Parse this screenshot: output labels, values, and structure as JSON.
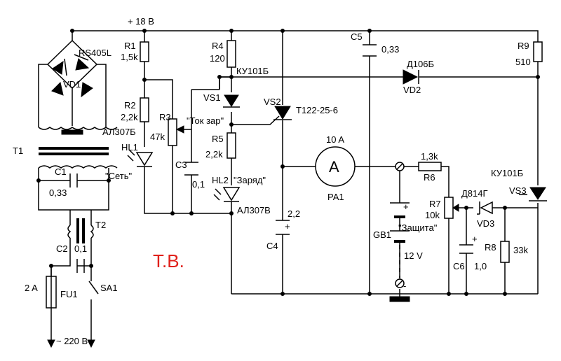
{
  "supply_voltage": "+ 18 В",
  "bridge": {
    "ref": "VD1",
    "part": "RS405L"
  },
  "transformer": "T1",
  "c1": {
    "ref": "C1",
    "value": "0,33"
  },
  "t2": "T2",
  "c2": {
    "ref": "C2",
    "value": "0,1"
  },
  "fuse": {
    "ref": "FU1",
    "rating": "2 A"
  },
  "switch": "SA1",
  "mains": "~ 220 В",
  "r1": {
    "ref": "R1",
    "value": "1,5k"
  },
  "r2": {
    "ref": "R2",
    "value": "2,2k"
  },
  "hl1": {
    "ref": "HL1",
    "part": "АЛ307Б",
    "caption": "\"Сеть\""
  },
  "r3": {
    "ref": "R3",
    "value": "47k",
    "caption": "\"Ток зар\""
  },
  "c3": {
    "ref": "C3",
    "value": "0,1"
  },
  "r4": {
    "ref": "R4",
    "value": "120"
  },
  "vs1": {
    "ref": "VS1",
    "part": "КУ101Б"
  },
  "vs2": {
    "ref": "VS2",
    "part": "Т122-25-6"
  },
  "r5": {
    "ref": "R5",
    "value": "2,2k"
  },
  "hl2": {
    "ref": "HL2",
    "part": "АЛ307В",
    "caption": "\"Заряд\""
  },
  "c4": {
    "ref": "C4",
    "value": "2,2"
  },
  "c5": {
    "ref": "C5",
    "value": "0,33"
  },
  "pa1": {
    "ref": "PA1",
    "range": "10 A",
    "symbol": "A"
  },
  "gb1": {
    "ref": "GB1",
    "voltage": "12 V",
    "plus": "+",
    "minus": "-"
  },
  "r6": {
    "ref": "R6",
    "value": "1,3k"
  },
  "r7": {
    "ref": "R7",
    "value": "10k",
    "caption": "\"Защита\""
  },
  "vd3": {
    "ref": "VD3",
    "part": "Д814Г"
  },
  "c6": {
    "ref": "C6",
    "value": "1,0"
  },
  "r8": {
    "ref": "R8",
    "value": "33k"
  },
  "vd2": {
    "ref": "VD2",
    "part": "Д106Б"
  },
  "r9": {
    "ref": "R9",
    "value": "510"
  },
  "vs3": {
    "ref": "VS3",
    "part": "КУ101Б"
  },
  "plus_sign": "+",
  "signature": "Т.В."
}
